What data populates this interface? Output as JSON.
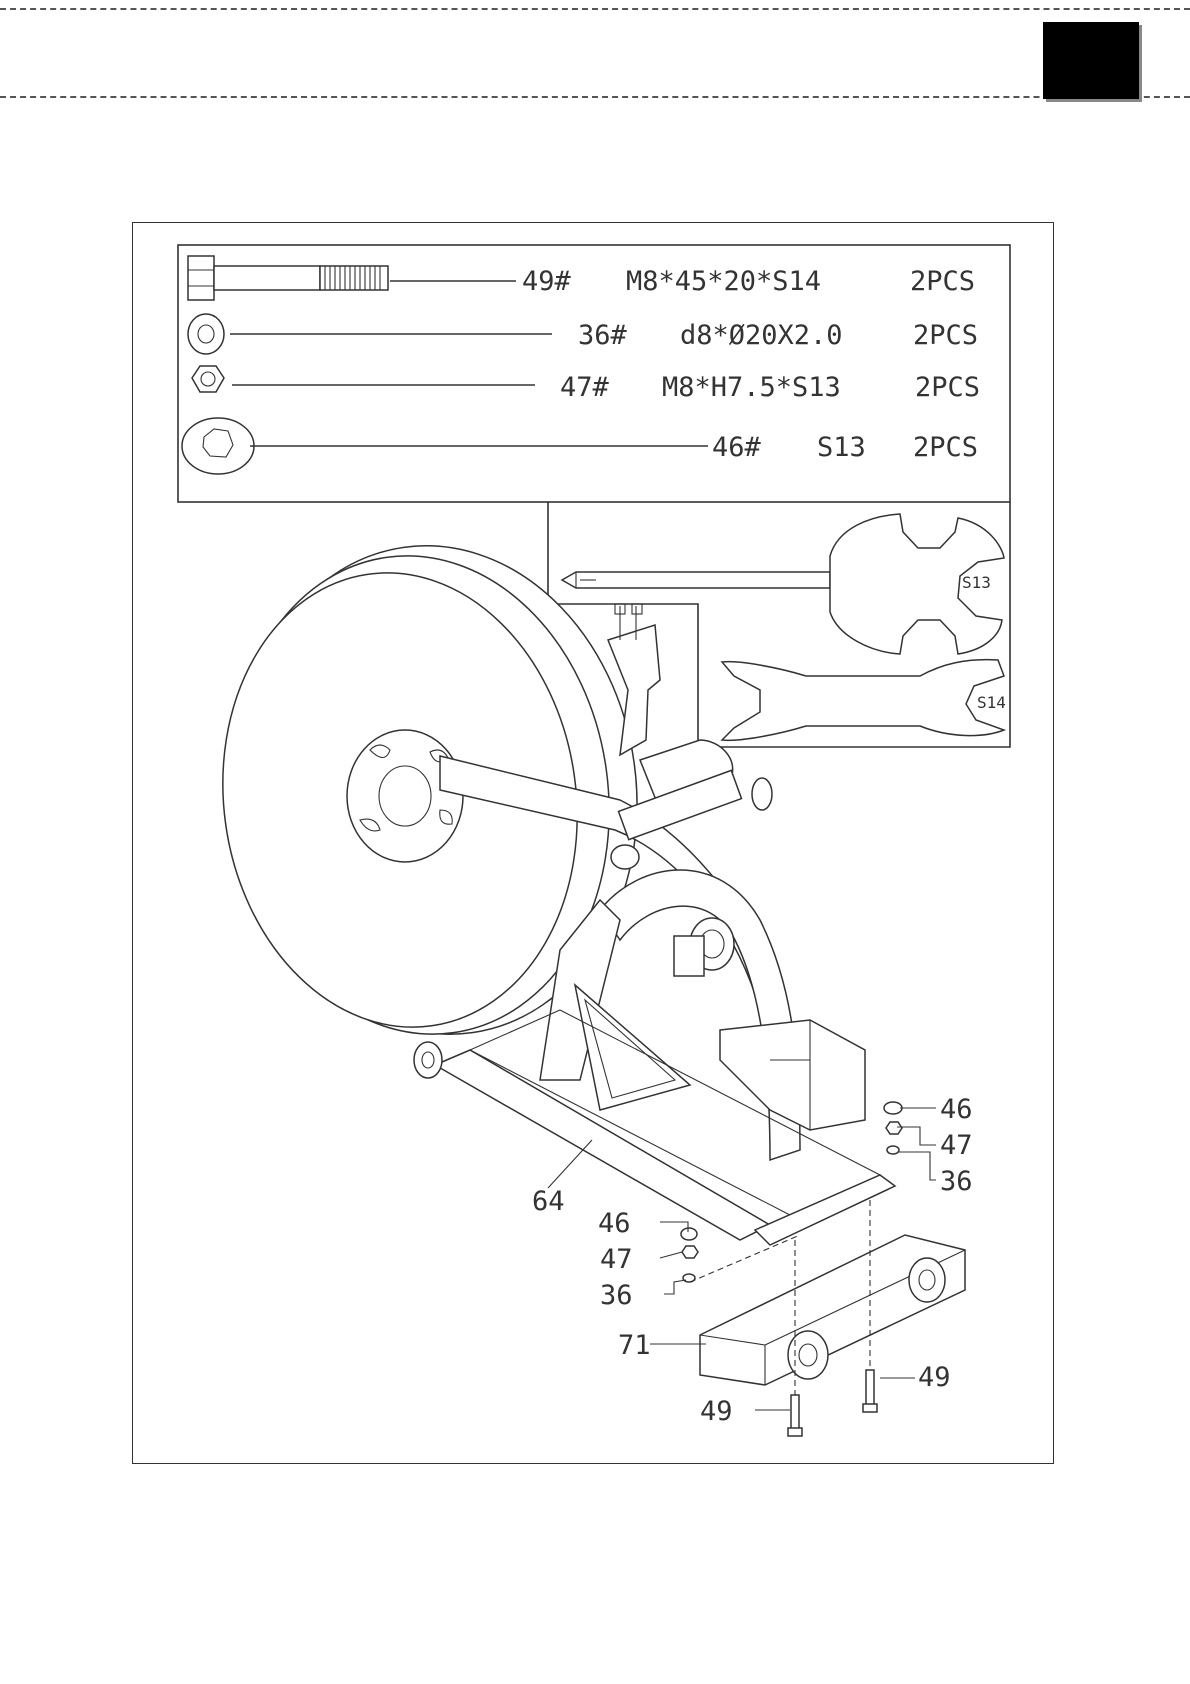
{
  "parts_list": [
    {
      "number": "49#",
      "spec": "M8*45*20*S14",
      "qty": "2PCS",
      "icon": "bolt-icon"
    },
    {
      "number": "36#",
      "spec": "d8*Ø20X2.0",
      "qty": "2PCS",
      "icon": "washer-icon"
    },
    {
      "number": "47#",
      "spec": "M8*H7.5*S13",
      "qty": "2PCS",
      "icon": "nut-icon"
    },
    {
      "number": "46#",
      "spec": "S13",
      "qty": "2PCS",
      "icon": "cap-icon"
    }
  ],
  "tools": [
    {
      "label": "S13",
      "icon": "multi-wrench-screwdriver-icon"
    },
    {
      "label": "S14",
      "icon": "open-end-wrench-icon"
    }
  ],
  "callouts": {
    "frame": "64",
    "stabilizer": "71",
    "left": {
      "cap": "46",
      "nut": "47",
      "washer": "36",
      "bolt": "49"
    },
    "right": {
      "cap": "46",
      "nut": "47",
      "washer": "36",
      "bolt": "49"
    }
  }
}
